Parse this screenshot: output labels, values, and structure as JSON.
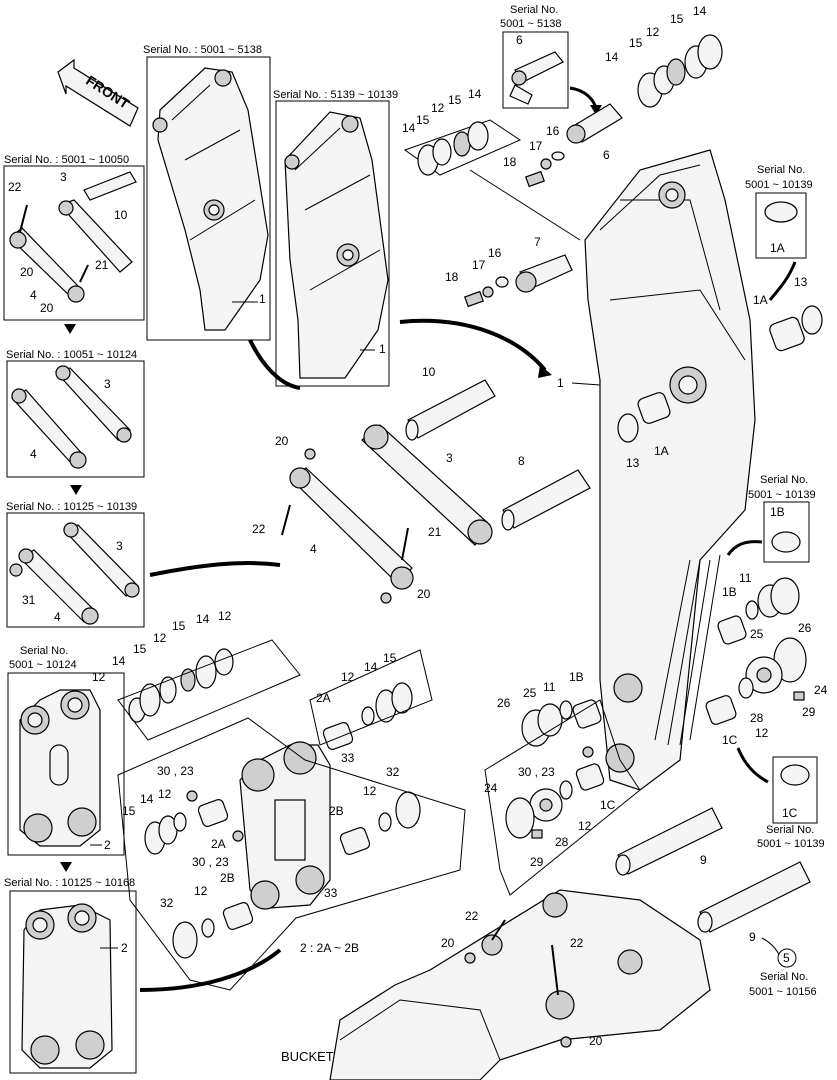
{
  "serial_labels": {
    "s_5001_5138_top": "Serial No.",
    "s_5001_5138_top_range": "5001 ~ 5138",
    "s_5001_5138": "Serial No. : 5001 ~ 5138",
    "s_5139_10139": "Serial No. : 5139 ~ 10139",
    "s_5001_10050": "Serial No. : 5001 ~ 10050",
    "s_10051_10124": "Serial No. : 10051 ~ 10124",
    "s_10125_10139": "Serial No. : 10125 ~ 10139",
    "s_5001_10124_a": "Serial No.",
    "s_5001_10124_b": "5001 ~ 10124",
    "s_10125_10168": "Serial No. : 10125 ~ 10168",
    "s_5001_10139_a_1": "Serial No.",
    "s_5001_10139_a_2": "5001 ~ 10139",
    "s_5001_10139_b_1": "Serial No.",
    "s_5001_10139_b_2": "5001 ~ 10139",
    "s_5001_10139_c_1": "Serial No.",
    "s_5001_10139_c_2": "5001 ~ 10139",
    "s_5001_10156_1": "Serial No.",
    "s_5001_10156_2": "5001 ~ 10156"
  },
  "front_label": "FRONT",
  "bucket_label": "BUCKET",
  "note_2": "2 : 2A ~ 2B",
  "circled_5": "5",
  "parts": {
    "p1": "1",
    "p1A": "1A",
    "p1B": "1B",
    "p1C": "1C",
    "p2": "2",
    "p2A": "2A",
    "p2B": "2B",
    "p3": "3",
    "p4": "4",
    "p6": "6",
    "p7": "7",
    "p8": "8",
    "p9": "9",
    "p10": "10",
    "p11": "11",
    "p12": "12",
    "p13": "13",
    "p14": "14",
    "p15": "15",
    "p16": "16",
    "p17": "17",
    "p18": "18",
    "p20": "20",
    "p21": "21",
    "p22": "22",
    "p24": "24",
    "p25": "25",
    "p26": "26",
    "p28": "28",
    "p29": "29",
    "p30_23": "30 , 23",
    "p31": "31",
    "p32": "32",
    "p33": "33"
  }
}
